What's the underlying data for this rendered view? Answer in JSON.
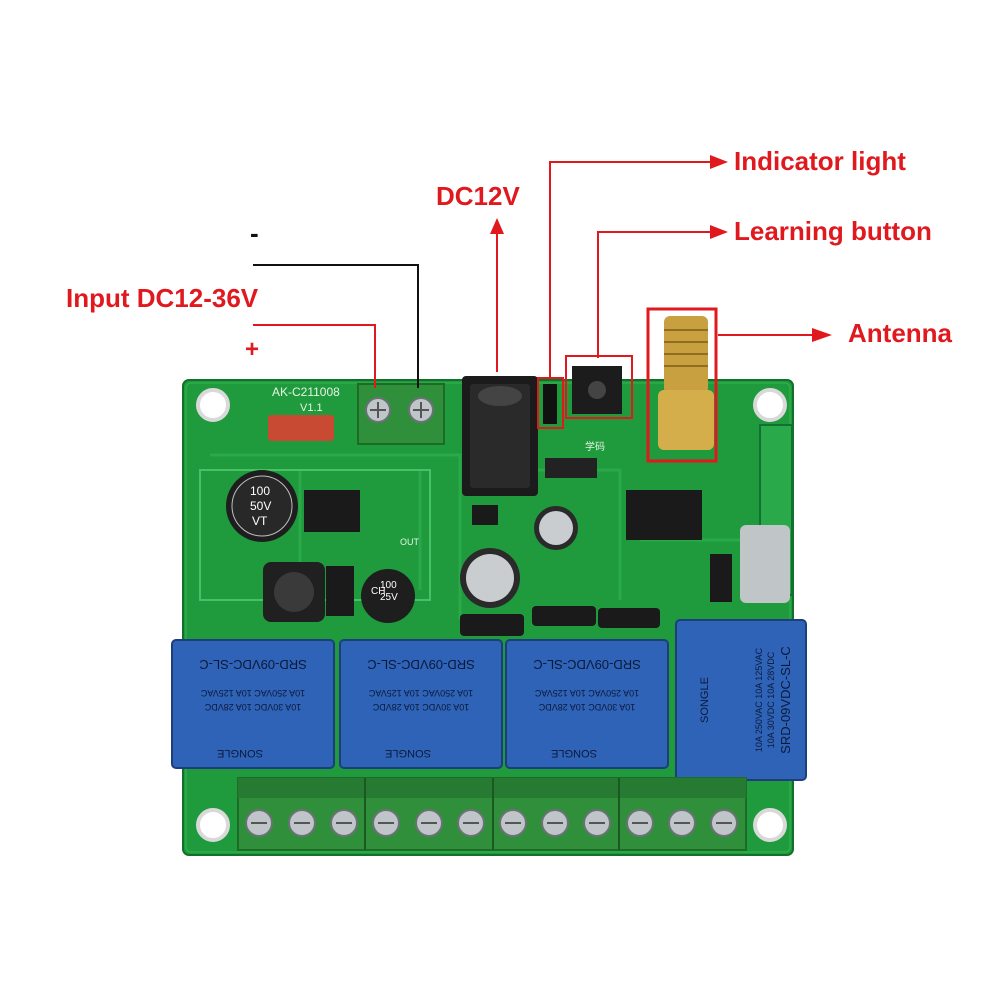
{
  "callouts": {
    "indicator_light": "Indicator light",
    "learning_button": "Learning button",
    "antenna": "Antenna",
    "dc12v": "DC12V",
    "input": "Input DC12-36V",
    "minus": "-",
    "plus": "+"
  },
  "board": {
    "model": "AK-C211008",
    "version": "V1.1",
    "capacitor_large": [
      "100",
      "50V",
      "VT"
    ],
    "capacitor_small": [
      "100",
      "25V",
      "CH"
    ],
    "silk_study": "学码",
    "silk_out": "OUT",
    "relays": {
      "model": "SRD-09VDC-SL-C",
      "rating1": "10A 250VAC 10A 125VAC",
      "rating2": "10A 30VDC 10A 28VDC",
      "brand": "SONGLE"
    }
  },
  "colors": {
    "callout_red": "#e0191f",
    "pcb_green": "#1f9a3c",
    "relay_blue": "#2f63b8",
    "terminal_green": "#2f8f3a"
  }
}
